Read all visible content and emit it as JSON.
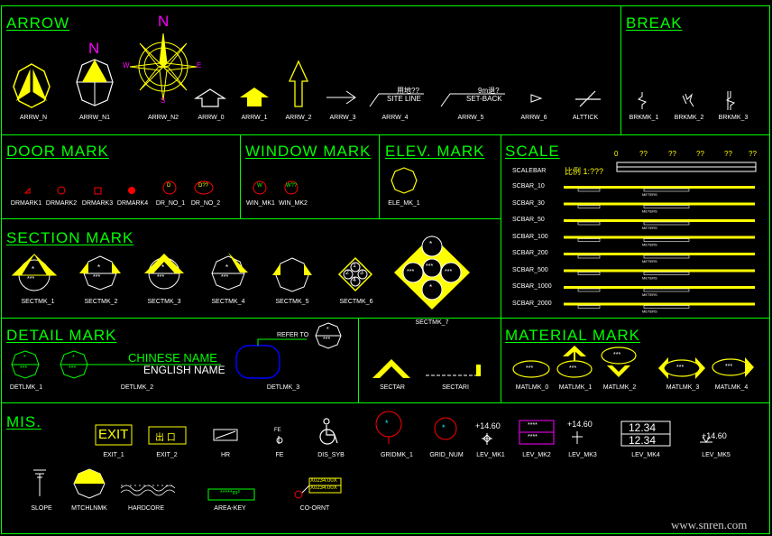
{
  "colors": {
    "frame": "#00ff00",
    "symbol": "#ffff00",
    "label": "#ffffff",
    "accent": "#ff00ff",
    "north": "#ff00ff",
    "red": "#ff0000",
    "blue": "#0000ff",
    "cyan": "#00ffff"
  },
  "sections": {
    "arrow": "ARROW",
    "break": "BREAK",
    "door": "DOOR MARK",
    "window": "WINDOW MARK",
    "elev": "ELEV. MARK",
    "scale": "SCALE",
    "section": "SECTION MARK",
    "detail": "DETAIL MARK",
    "material": "MATERIAL MARK",
    "mis": "MIS."
  },
  "arrow": {
    "north_letter": "N",
    "compass": {
      "n": "N",
      "s": "S",
      "e": "E",
      "w": "W"
    },
    "labels": [
      "ARRW_N",
      "ARRW_N1",
      "ARRW_N2",
      "ARRW_0",
      "ARRW_1",
      "ARRW_2",
      "ARRW_3",
      "ARRW_4",
      "ARRW_5",
      "ARRW_6",
      "ALTTICK"
    ],
    "site_line_top": "用地??",
    "site_line_bottom": "SITE LINE",
    "setback_top": "9m退?",
    "setback_bottom": "SET-BACK"
  },
  "break": {
    "labels": [
      "BRKMK_1",
      "BRKMK_2",
      "BRKMK_3"
    ]
  },
  "door": {
    "labels": [
      "DRMARK1",
      "DRMARK2",
      "DRMARK3",
      "DRMARK4",
      "DR_NO_1",
      "DR_NO_2"
    ],
    "code_1": "D",
    "code_2": "D??"
  },
  "window": {
    "labels": [
      "WIN_MK1",
      "WIN_MK2"
    ],
    "code_1": "W",
    "code_2": "W??"
  },
  "elev": {
    "labels": [
      "ELE_MK_1"
    ]
  },
  "scale": {
    "bar_label": "SCALEBAR",
    "ratio_text": "比例 1:???",
    "ticks": [
      "0",
      "??",
      "??",
      "??",
      "??",
      "??"
    ],
    "rows": [
      "SCBAR_10",
      "SCBAR_30",
      "SCBAR_50",
      "SCBAR_100",
      "SCBAR_200",
      "SCBAR_500",
      "SCBAR_1000",
      "SCBAR_2000"
    ],
    "unit": "METERS"
  },
  "section": {
    "labels": [
      "SECTMK_1",
      "SECTMK_2",
      "SECTMK_3",
      "SECTMK_4",
      "SECTMK_5",
      "SECTMK_6",
      "SECTMK_7"
    ],
    "star": "*",
    "stars": "***",
    "quad": [
      "1",
      "2",
      "3",
      "4"
    ]
  },
  "detail": {
    "labels": [
      "DETLMK_1",
      "DETLMK_2",
      "DETLMK_3"
    ],
    "chinese_name": "CHINESE NAME",
    "english_name": "ENGLISH NAME",
    "refer_to": "REFER TO",
    "star": "*",
    "stars": "***",
    "sect_labels": [
      "SECTAR",
      "SECTARI"
    ]
  },
  "material": {
    "labels": [
      "MATLMK_0",
      "MATLMK_1",
      "MATLMK_2",
      "MATLMK_3",
      "MATLMK_4"
    ],
    "stars": "***"
  },
  "mis": {
    "labels": [
      "EXIT_1",
      "EXIT_2",
      "HR",
      "FE",
      "DIS_SYB",
      "GRIDMK_1",
      "GRID_NUM",
      "LEV_MK1",
      "LEV_MK2",
      "LEV_MK3",
      "LEV_MK4",
      "LEV_MK5",
      "SLOPE",
      "MTCHLNMK",
      "HARDCORE",
      "AREA-KEY",
      "CO-ORNT"
    ],
    "exit_text": "EXIT",
    "exit2_text": "出 口",
    "fe_text": "FE",
    "level": "+14.60",
    "level_box": "12.34",
    "grid_star": "*",
    "lev2_top": "****",
    "lev2_bottom": "****",
    "area_key": "*****m²",
    "coord_1": "X0234.00X",
    "coord_2": "X0234.00X"
  },
  "watermark": "www.snren.com"
}
